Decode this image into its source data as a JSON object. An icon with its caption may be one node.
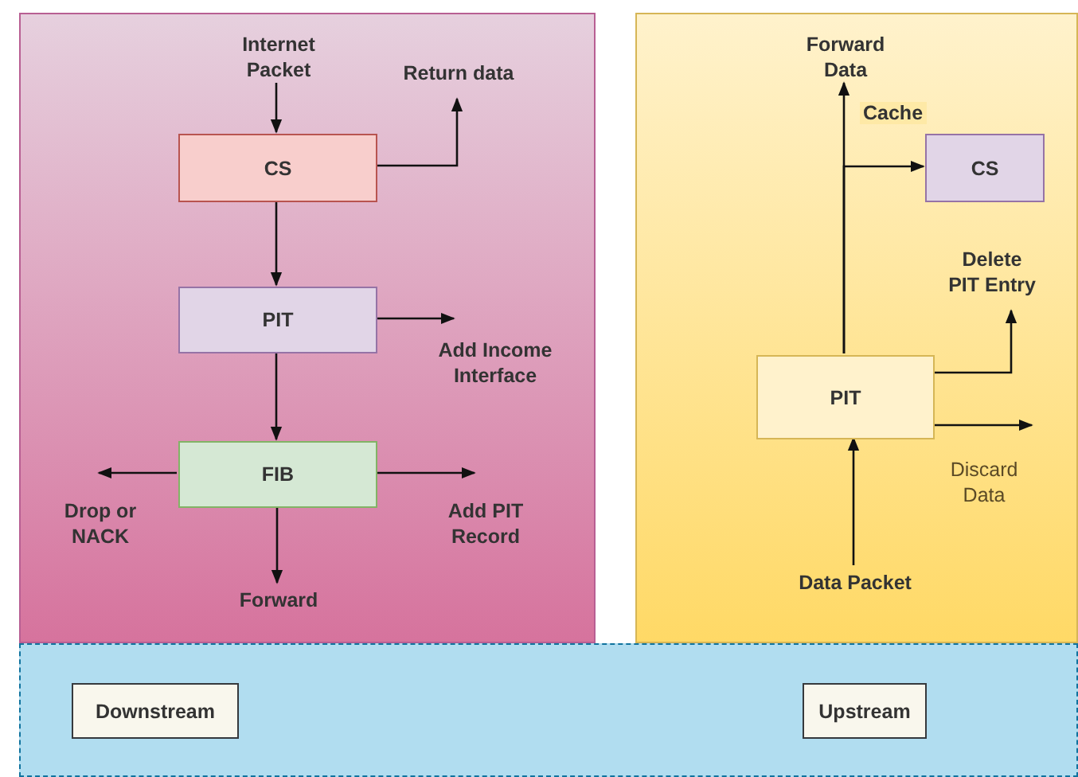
{
  "diagram": {
    "nodes": [
      {
        "text": [],
        "shape": "box"
      },
      {
        "text": [
          "Internet Packet"
        ],
        "in": 0
      },
      {
        "text": [
          "Return data"
        ],
        "in": 0
      },
      {
        "text": [
          "CS"
        ],
        "in": 0
      },
      {
        "text": [
          "PIT"
        ],
        "in": 0
      },
      {
        "text": [
          "Add Income Interface"
        ],
        "in": 0
      },
      {
        "text": [
          "FIB"
        ],
        "in": 0
      },
      {
        "text": [
          "Drop or NACK"
        ],
        "in": 0
      },
      {
        "text": [
          "Add PIT Record"
        ],
        "in": 0
      },
      {
        "text": [
          "Forward"
        ],
        "in": 0
      },
      {
        "text": [],
        "shape": "box"
      },
      {
        "text": [
          "Forward Data"
        ],
        "in": 10
      },
      {
        "text": [
          "CS"
        ],
        "in": 10
      },
      {
        "text": [
          "Delete PIT Entry"
        ],
        "in": 10
      },
      {
        "text": [
          "PIT"
        ],
        "in": 10
      },
      {
        "text": [
          "Discard Data"
        ],
        "in": 10
      },
      {
        "text": [
          "Data Packet"
        ],
        "in": 10
      },
      {
        "text": [],
        "shape": "box"
      },
      {
        "text": [
          "Downstream"
        ],
        "in": 17
      },
      {
        "text": [
          "Upstream"
        ],
        "in": 17
      }
    ],
    "edges": [
      {
        "from": 1,
        "to": 3,
        "arrow": "to"
      },
      {
        "from": 3,
        "to": 2,
        "arrow": "to"
      },
      {
        "from": 3,
        "to": 4,
        "arrow": "to"
      },
      {
        "from": 4,
        "to": 5,
        "arrow": "to"
      },
      {
        "from": 4,
        "to": 6,
        "arrow": "to"
      },
      {
        "from": 6,
        "to": 7,
        "arrow": "to"
      },
      {
        "from": 6,
        "to": 8,
        "arrow": "to"
      },
      {
        "from": 6,
        "to": 9,
        "arrow": "to"
      },
      {
        "from": 16,
        "to": 14,
        "arrow": "to"
      },
      {
        "from": 14,
        "to": 11,
        "arrow": "to"
      },
      {
        "from": 14,
        "to": 12,
        "label": "Cache",
        "arrow": "to"
      },
      {
        "from": 14,
        "to": 13,
        "arrow": "to"
      },
      {
        "from": 14,
        "to": 15,
        "arrow": "to"
      }
    ]
  }
}
